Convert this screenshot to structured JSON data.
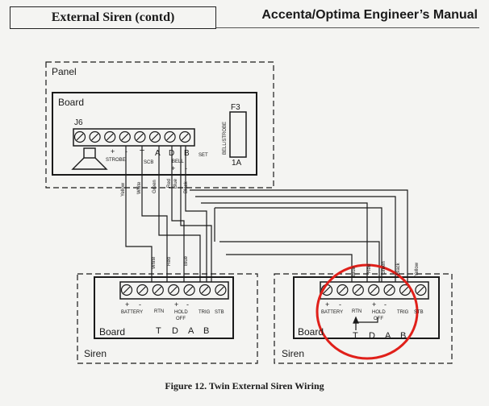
{
  "header": {
    "section": "External Siren (contd)",
    "manual": "Accenta/Optima Engineer’s Manual"
  },
  "panel": {
    "label": "Panel",
    "board_label": "Board",
    "connector": "J6",
    "fuse": "F3",
    "fuse_rating": "1A",
    "fuse_label": "BELL/STROBE",
    "strobe": "STROBE",
    "scb": "SCB",
    "bell": "BELL",
    "set": "SET",
    "plus": "+",
    "minus": "-",
    "t": "T",
    "a": "A",
    "d": "D",
    "b": "B"
  },
  "wires": {
    "yellow": "Yellow",
    "white": "White",
    "red": "Red",
    "black": "Black",
    "green": "Green",
    "blue": "Blue"
  },
  "siren": {
    "label": "Siren",
    "board_label": "Board",
    "battery": "BATTERY",
    "rtn": "RTN",
    "hold": "HOLD",
    "off": "OFF",
    "trig": "TRIG",
    "stb": "STB",
    "plus": "+",
    "minus": "-",
    "t": "T",
    "d": "D",
    "a": "A",
    "b": "B"
  },
  "caption": "Figure 12. Twin External Siren Wiring",
  "colors": {
    "highlight": "#e0201a",
    "ink": "#1a1a1a"
  }
}
